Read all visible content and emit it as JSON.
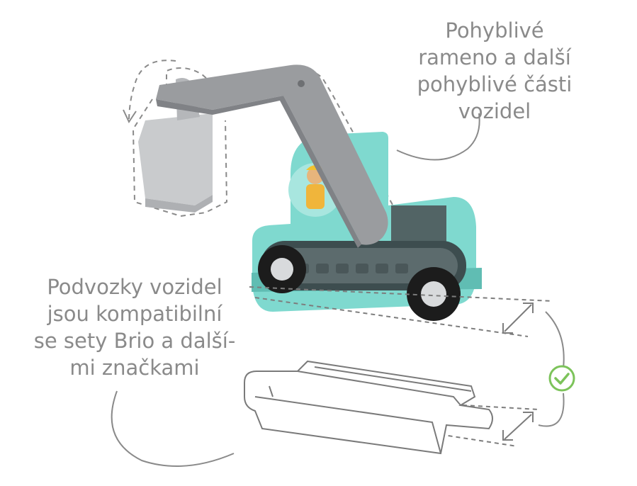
{
  "captions": {
    "top": [
      "Pohyblivé",
      "rameno a další",
      "pohyblivé části",
      "vozidel"
    ],
    "left": [
      "Podvozky vozidel",
      "jsou kompatibilní",
      "se sety Brio a další-",
      "mi značkami"
    ]
  },
  "icons": {
    "check": "check-circle-icon",
    "rotate_arrow": "curved-arrow-icon",
    "height_arrows": "double-arrow-icon"
  },
  "colors": {
    "body": "#7fd9cf",
    "arm": "#9a9c9f",
    "bucket": "#c9cbcd",
    "wheel": "#1c1c1c",
    "track": "#3d4d4f",
    "text": "#8a8a8a",
    "check": "#7cc35a",
    "guide": "#7d7d7d"
  }
}
